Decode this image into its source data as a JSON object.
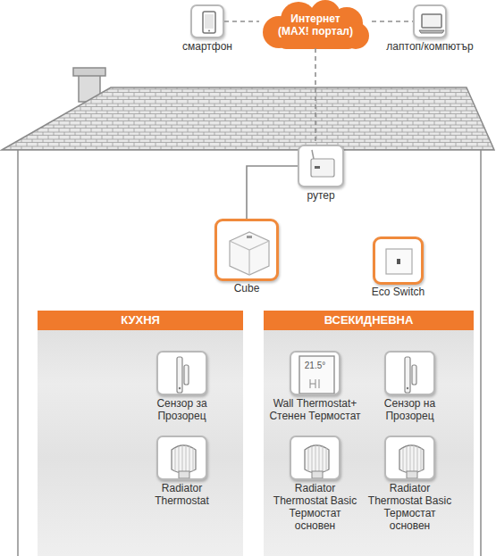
{
  "diagram": {
    "nodes": [
      {
        "text": [
          "Интернет (MAX! портал)"
        ]
      },
      {
        "text": [
          "смартфон"
        ]
      },
      {
        "text": [
          "лаптоп/компютър"
        ]
      },
      {
        "text": [
          "рутер"
        ]
      },
      {
        "text": [
          "Cube"
        ]
      },
      {
        "text": [
          "Eco Switch"
        ]
      },
      {
        "text": [
          "КУХНЯ"
        ]
      },
      {
        "text": [
          "Сензор за Прозорец"
        ],
        "in": 6
      },
      {
        "text": [
          "Radiator Thermostat"
        ],
        "in": 6
      },
      {
        "text": [
          "ВСЕКИДНЕВНА"
        ]
      },
      {
        "text": [
          "21.5°",
          "Wall Thermostat+ Стенен Термостат"
        ],
        "in": 9
      },
      {
        "text": [
          "Сензор на Прозорец"
        ],
        "in": 9
      },
      {
        "text": [
          "Radiator Thermostat Basic Термостат основен"
        ],
        "in": 9
      },
      {
        "text": [
          "Radiator Thermostat Basic Термостат основен"
        ],
        "in": 9
      }
    ],
    "edges": [
      {
        "from": 1,
        "to": 0,
        "arrow": "none"
      },
      {
        "from": 0,
        "to": 2,
        "arrow": "none"
      },
      {
        "from": 0,
        "to": 3,
        "arrow": "none"
      },
      {
        "from": 3,
        "to": 4,
        "arrow": "none"
      }
    ]
  }
}
